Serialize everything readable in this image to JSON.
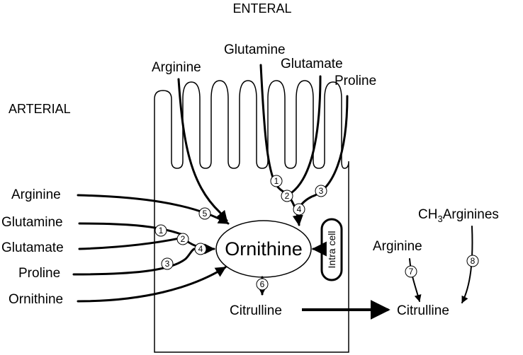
{
  "regions": {
    "enteral": "ENTERAL",
    "arterial": "ARTERIAL"
  },
  "enteral_inputs": {
    "arginine": "Arginine",
    "glutamine": "Glutamine",
    "glutamate": "Glutamate",
    "proline": "Proline"
  },
  "arterial_inputs": {
    "arginine": "Arginine",
    "glutamine": "Glutamine",
    "glutamate": "Glutamate",
    "proline": "Proline",
    "ornithine": "Ornithine"
  },
  "center": {
    "ornithine": "Ornithine",
    "intra_cell": "Intra cell",
    "citrulline_cell": "Citrulline"
  },
  "outside": {
    "ch3_prefix": "CH",
    "ch3_sub": "3",
    "ch3_suffix": "Arginines",
    "arginine": "Arginine",
    "citrulline": "Citrulline"
  },
  "steps": {
    "s1a": "1",
    "s2a": "2",
    "s3a": "3",
    "s4a": "4",
    "s5": "5",
    "s1b": "1",
    "s2b": "2",
    "s3b": "3",
    "s4b": "4",
    "s6": "6",
    "s7": "7",
    "s8": "8"
  }
}
